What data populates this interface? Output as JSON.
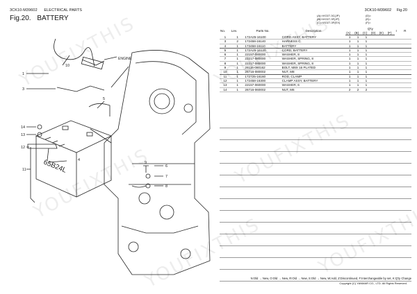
{
  "header": {
    "model_code": "3CK10-M39602",
    "section": "ELECTRICAL PARTS",
    "fig_label": "Fig.20.",
    "fig_title": "BATTERY",
    "right_code": "3CK10-M39602",
    "right_fig": "Fig.20"
  },
  "legend": {
    "a": "(A)=VIO27-3C(JP)",
    "b": "(B)=VIO27-3F(JP)",
    "c": "(C)=VIO27-3F(EX)",
    "d": "(D)=",
    "e": "(E)=",
    "f": "(F)="
  },
  "table": {
    "headers": {
      "no": "No.",
      "lev": "Lev.",
      "parts_no": "Parts No.",
      "description": "Description",
      "qty": "Q'ty",
      "i": "I",
      "r": "R"
    },
    "qty_cols": [
      "(A)",
      "(B)",
      "(C)",
      "(D)",
      "(E)",
      "(F)"
    ],
    "rows": [
      {
        "no": "1",
        "lev": "1",
        "pn": "172A25-16100",
        "desc": "CORD ASSY, BATTERY",
        "a": "1",
        "b": "1",
        "c": "1"
      },
      {
        "no": "3",
        "lev": "2",
        "pn": "172458-16140",
        "desc": "HARNESS C",
        "a": "1",
        "b": "1",
        "c": "1"
      },
      {
        "no": "4",
        "lev": "1",
        "pn": "173458-16110",
        "desc": "BATTERY",
        "a": "1",
        "b": "1",
        "c": "1"
      },
      {
        "no": "5",
        "lev": "1",
        "pn": "172A25-16120",
        "desc": "CORD, BATTERY",
        "a": "1",
        "b": "1",
        "c": "1"
      },
      {
        "no": "6",
        "lev": "1",
        "pn": "22157-080000",
        "desc": "WASHER, 8",
        "a": "1",
        "b": "1",
        "c": "1"
      },
      {
        "no": "7",
        "lev": "1",
        "pn": "22217-080000",
        "desc": "WASHER, SPRING, 8",
        "a": "1",
        "b": "1",
        "c": "1"
      },
      {
        "no": "8",
        "lev": "1",
        "pn": "22217-080000",
        "desc": "WASHER, SPRING, 8",
        "a": "1",
        "b": "1",
        "c": "1"
      },
      {
        "no": "9",
        "lev": "1",
        "pn": "26116-080162",
        "desc": "BOLT, M8X 16 PLATED",
        "a": "1",
        "b": "1",
        "c": "1"
      },
      {
        "no": "10",
        "lev": "1",
        "pn": "26716-080002",
        "desc": "NUT, M8",
        "a": "1",
        "b": "1",
        "c": "1"
      },
      {
        "no": "11",
        "lev": "1",
        "pn": "172725-16160",
        "desc": "ROD, CLAMP",
        "a": "1",
        "b": "1",
        "c": "1"
      },
      {
        "no": "12",
        "lev": "1",
        "pn": "172458-16300",
        "desc": "CLAMP ASSY, BATTERY",
        "a": "1",
        "b": "1",
        "c": "1"
      },
      {
        "no": "13",
        "lev": "1",
        "pn": "22157-060000",
        "desc": "WASHER, 6",
        "a": "1",
        "b": "1",
        "c": "1"
      },
      {
        "no": "14",
        "lev": "1",
        "pn": "26716-060002",
        "desc": "NUT, M6",
        "a": "2",
        "b": "2",
        "c": "2"
      }
    ]
  },
  "diagram": {
    "engine_label": "ENGINE",
    "battery_label": "65B24L",
    "callouts": [
      "1",
      "3",
      "4",
      "5",
      "6",
      "7",
      "8",
      "9",
      "10",
      "11",
      "12",
      "13",
      "14"
    ]
  },
  "footer": {
    "legend_text": "N:Old → New, O:Old → New, R:Old → New, S:Old → New, W:Add, Z:Discontinued, F:Interchangeable by set, K:Q'ty Change",
    "copyright": "Copyright (C) YANMAR CO., LTD. All Rights Reserved."
  },
  "watermark": "YOUFIXTHIS"
}
